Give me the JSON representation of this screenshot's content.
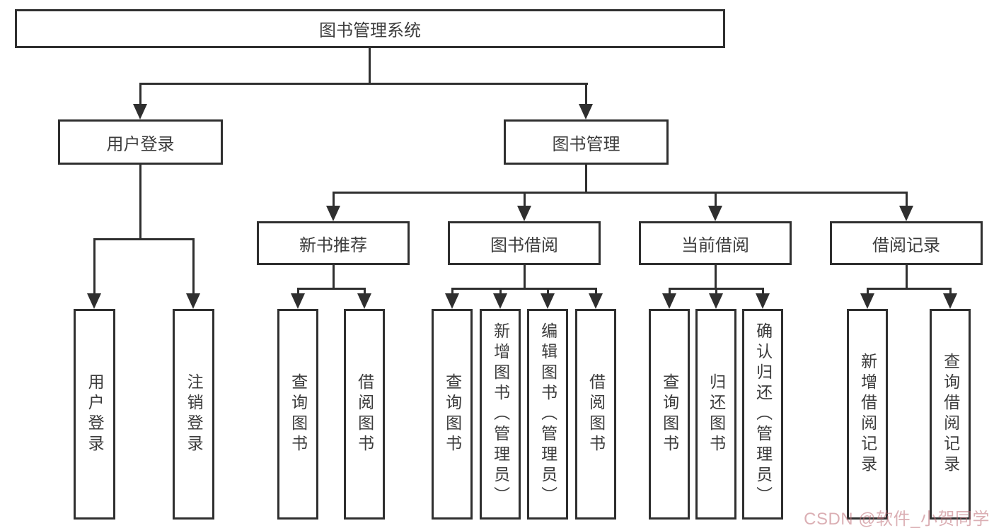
{
  "tree": {
    "root": "图书管理系统",
    "branches": [
      {
        "label": "用户登录",
        "children": [
          {
            "label": "用户登录"
          },
          {
            "label": "注销登录"
          }
        ]
      },
      {
        "label": "图书管理",
        "children": [
          {
            "label": "新书推荐",
            "children": [
              {
                "label": "查询图书"
              },
              {
                "label": "借阅图书"
              }
            ]
          },
          {
            "label": "图书借阅",
            "children": [
              {
                "label": "查询图书"
              },
              {
                "label": "新增图书（管理员）"
              },
              {
                "label": "编辑图书（管理员）"
              },
              {
                "label": "借阅图书"
              }
            ]
          },
          {
            "label": "当前借阅",
            "children": [
              {
                "label": "查询图书"
              },
              {
                "label": "归还图书"
              },
              {
                "label": "确认归还（管理员）"
              }
            ]
          },
          {
            "label": "借阅记录",
            "children": [
              {
                "label": "新增借阅记录"
              },
              {
                "label": "查询借阅记录"
              }
            ]
          }
        ]
      }
    ]
  },
  "watermark": {
    "text": "CSDN @软件_小贺同学"
  },
  "colors": {
    "line": "#2f2f2f",
    "box_background": "#ffffff",
    "text": "#3c3c3c",
    "watermark": "#be767a",
    "background": "#ffffff"
  }
}
